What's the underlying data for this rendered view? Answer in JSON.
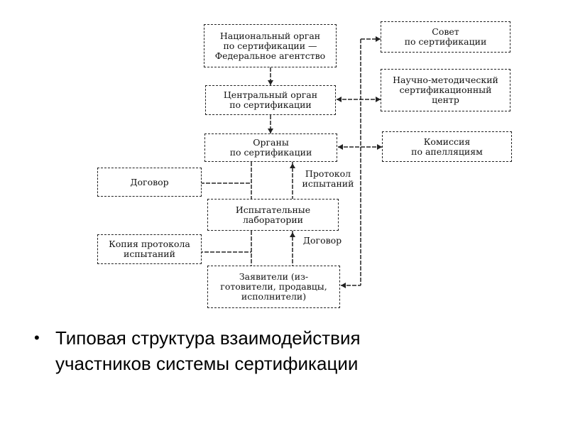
{
  "diagram": {
    "boxes": {
      "national": "Национальный орган\nпо сертификации —\nФедеральное агентство",
      "central": "Центральный орган\nпо сертификации",
      "bodies": "Органы\nпо сертификации",
      "labs": "Испытательные\nлаборатории",
      "applicants": "Заявители (из-\nготовители, продавцы,\nисполнители)",
      "council": "Совет\nпо сертификации",
      "scientific_center": "Научно-методический\nсертификационный\nцентр",
      "appeals": "Комиссия\nпо апелляциям",
      "contract_left": "Договор",
      "copy_protocol": "Копия протокола\nиспытаний"
    },
    "labels": {
      "test_protocol": "Протокол\nиспытаний",
      "contract_right": "Договор"
    }
  },
  "caption": {
    "bullet": "•",
    "text": "Типовая структура взаимодействия\nучастников системы сертификации"
  }
}
